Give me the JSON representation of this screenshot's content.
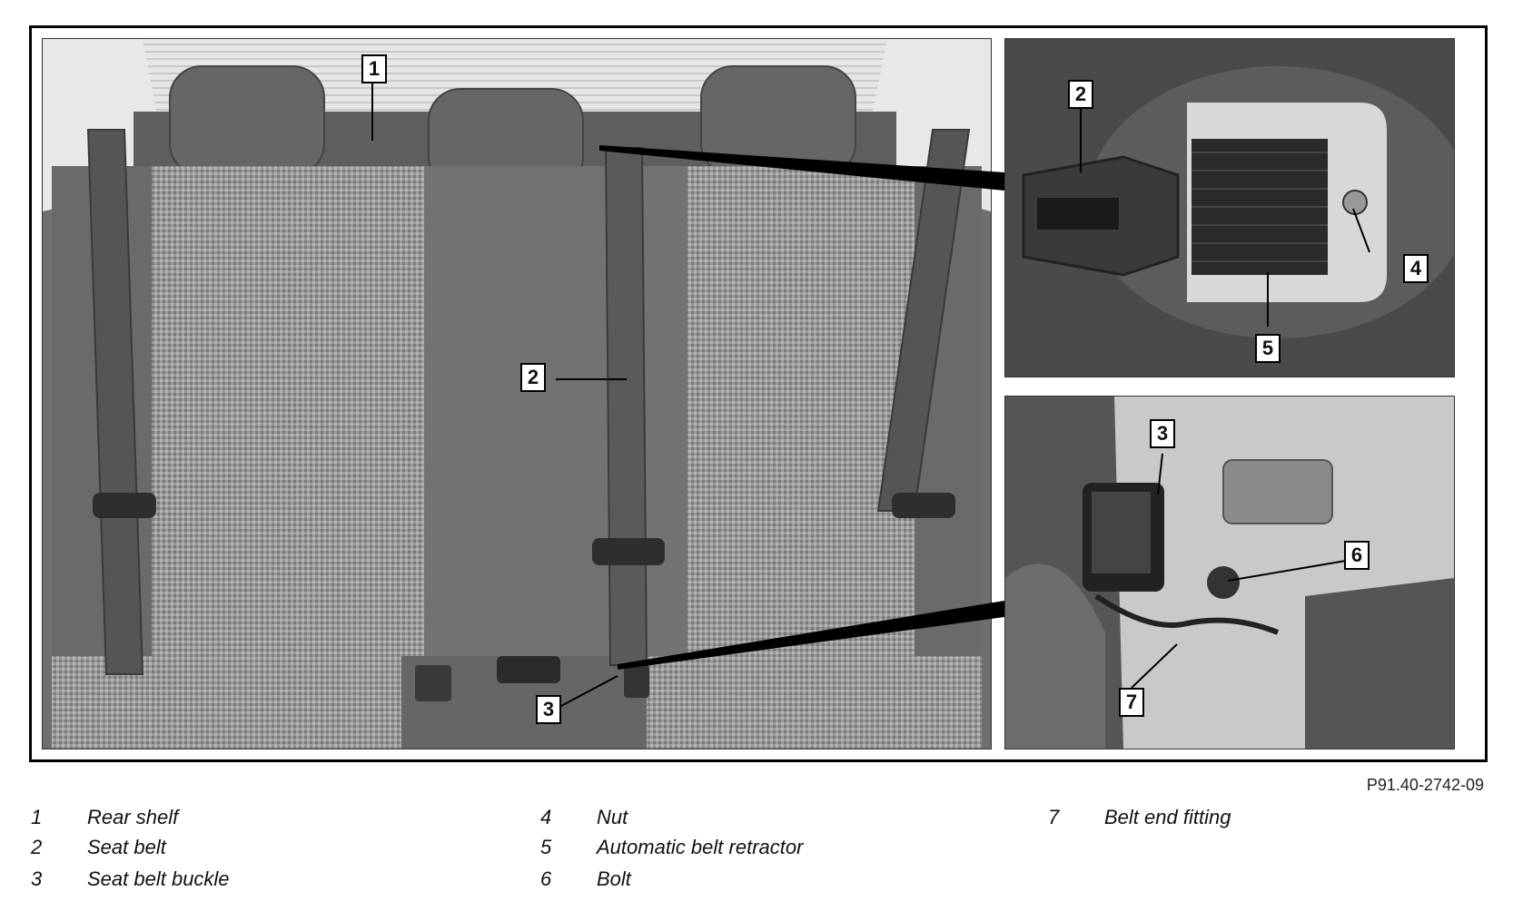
{
  "reference_code": "P91.40-2742-09",
  "callouts": {
    "main": [
      "1",
      "2",
      "3"
    ],
    "top_detail": [
      "2",
      "4",
      "5"
    ],
    "bottom_detail": [
      "3",
      "6",
      "7"
    ]
  },
  "legend": [
    {
      "num": "1",
      "text": "Rear shelf"
    },
    {
      "num": "2",
      "text": "Seat belt"
    },
    {
      "num": "3",
      "text": "Seat belt buckle"
    },
    {
      "num": "4",
      "text": "Nut"
    },
    {
      "num": "5",
      "text": "Automatic belt retractor"
    },
    {
      "num": "6",
      "text": "Bolt"
    },
    {
      "num": "7",
      "text": "Belt end fitting"
    }
  ]
}
